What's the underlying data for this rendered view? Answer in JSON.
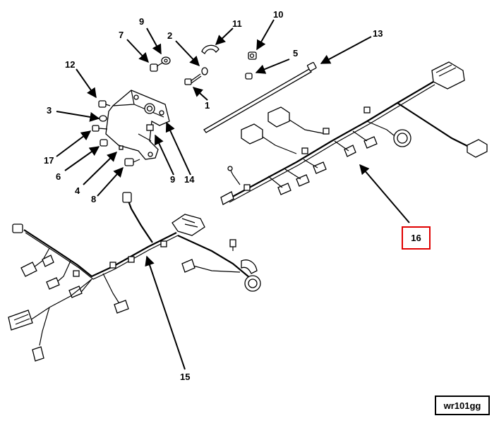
{
  "figure_id": "wr101gg",
  "highlighted_callout": "16",
  "callouts": {
    "c1": "1",
    "c2": "2",
    "c3": "3",
    "c4": "4",
    "c5": "5",
    "c6": "6",
    "c7": "7",
    "c8": "8",
    "c9a": "9",
    "c9b": "9",
    "c10": "10",
    "c11": "11",
    "c12": "12",
    "c13": "13",
    "c14": "14",
    "c15": "15",
    "c16": "16",
    "c17": "17"
  },
  "colors": {
    "highlight": "#e00000",
    "ink": "#000000"
  }
}
